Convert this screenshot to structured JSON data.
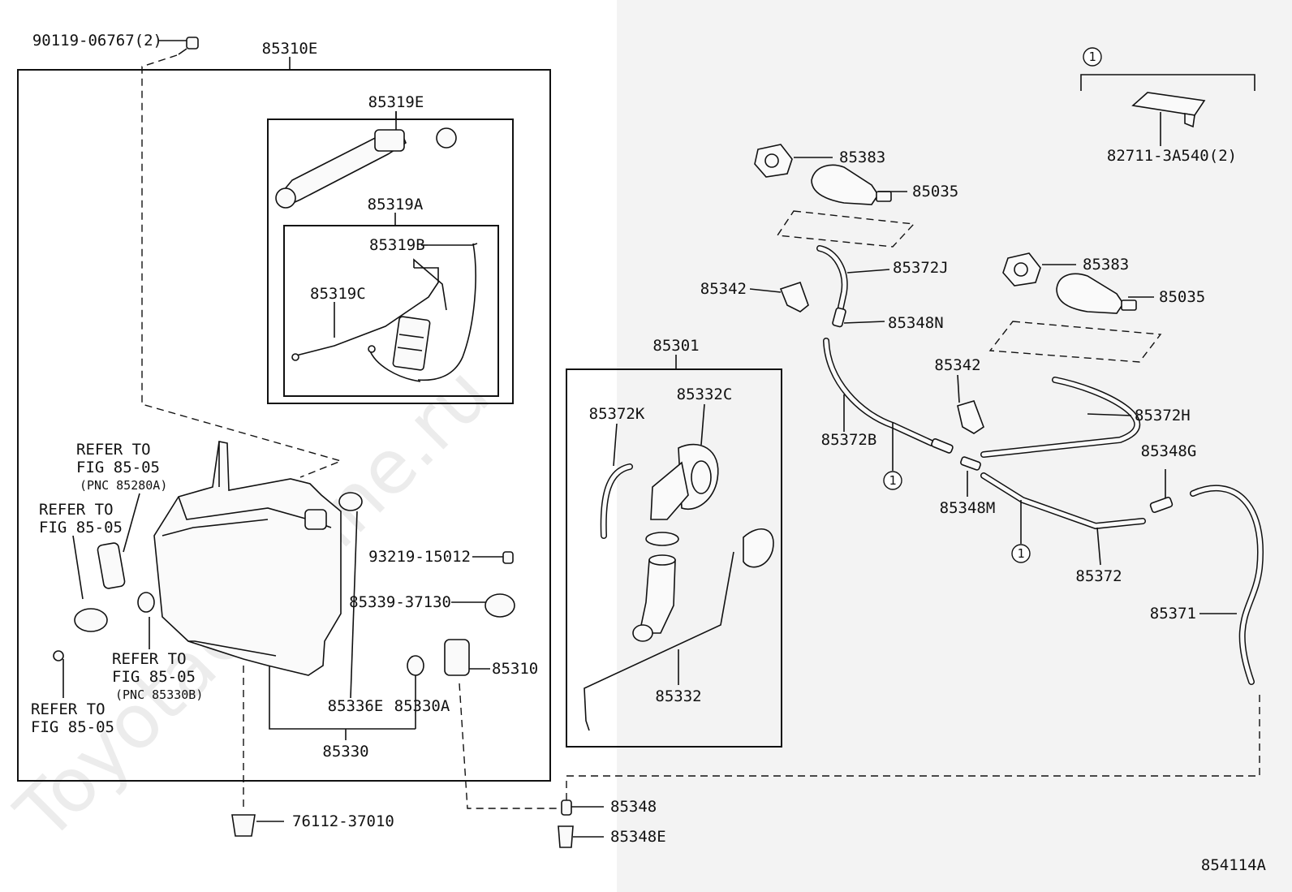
{
  "watermark": "ToyotaCarLine.ru",
  "diagram_code": "854114A",
  "ref_marker": "1",
  "labels": {
    "p90119": "90119-06767(2)",
    "p85310E": "85310E",
    "p85319E": "85319E",
    "p85319A": "85319A",
    "p85319B": "85319B",
    "p85319C": "85319C",
    "refer1_line1": "REFER TO",
    "refer1_line2": "FIG 85-05",
    "refer1_line3": "(PNC 85280A)",
    "refer2_line1": "REFER TO",
    "refer2_line2": "FIG 85-05",
    "refer3_line1": "REFER TO",
    "refer3_line2": "FIG 85-05",
    "refer3_line3": "(PNC 85330B)",
    "refer4_line1": "REFER TO",
    "refer4_line2": "FIG 85-05",
    "p93219": "93219-15012",
    "p85339": "85339-37130",
    "p85310": "85310",
    "p85336E": "85336E",
    "p85330A": "85330A",
    "p85330": "85330",
    "p76112": "76112-37010",
    "p85348": "85348",
    "p85348E": "85348E",
    "p85301": "85301",
    "p85332C": "85332C",
    "p85372K": "85372K",
    "p85332": "85332",
    "p85383a": "85383",
    "p85035a": "85035",
    "p85383b": "85383",
    "p85035b": "85035",
    "p85342a": "85342",
    "p85372J": "85372J",
    "p85348N": "85348N",
    "p85342b": "85342",
    "p85372B": "85372B",
    "p85348M": "85348M",
    "p85372H": "85372H",
    "p85348G": "85348G",
    "p85372": "85372",
    "p85371": "85371",
    "p82711": "82711-3A540(2)"
  }
}
